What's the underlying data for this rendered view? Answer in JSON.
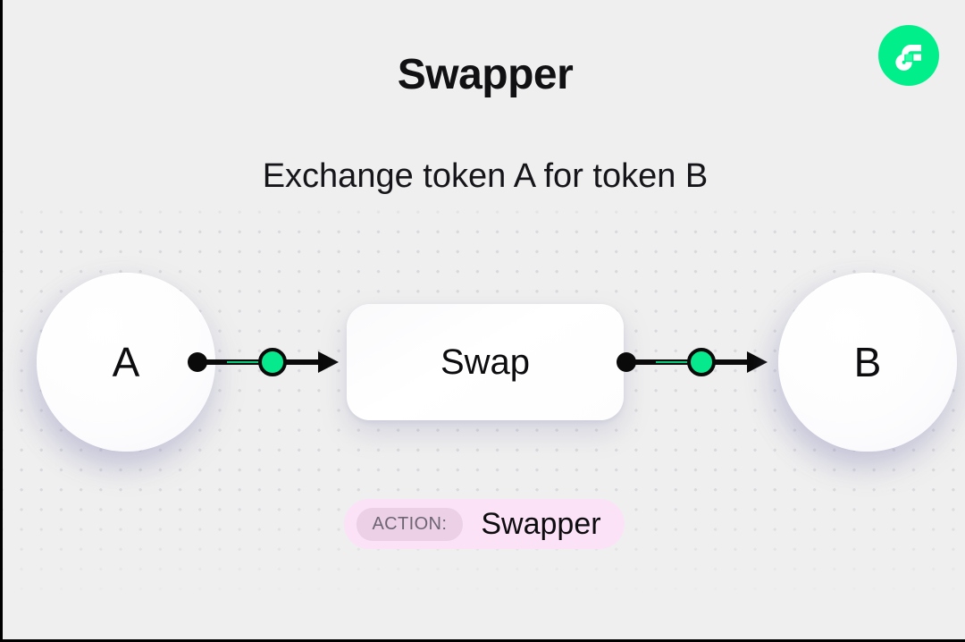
{
  "header": {
    "title": "Swapper",
    "subtitle": "Exchange token A for token B",
    "logo_icon": "flow-logo-icon"
  },
  "diagram": {
    "source_node": {
      "label": "A",
      "icon": "token-circle-icon"
    },
    "process_node": {
      "label": "Swap"
    },
    "target_node": {
      "label": "B",
      "icon": "token-circle-icon"
    },
    "connectors": [
      {
        "icon": "arrow-right-icon",
        "from": "A",
        "to": "Swap"
      },
      {
        "icon": "arrow-right-icon",
        "from": "Swap",
        "to": "B"
      }
    ]
  },
  "action_badge": {
    "tag_label": "ACTION:",
    "value": "Swapper"
  },
  "colors": {
    "background": "#efefef",
    "accent_green": "#00ef8b",
    "badge_background": "#fbe2f7",
    "badge_tag_background": "#ebd0e6",
    "badge_tag_text": "#6e6572",
    "node_stroke": "#0a0a0a",
    "dot_grid": "#d9d9dd"
  }
}
